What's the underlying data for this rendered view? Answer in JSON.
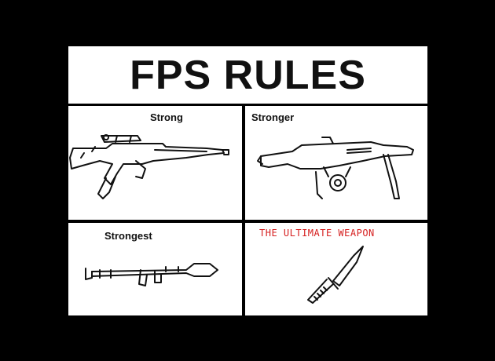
{
  "title": "FPS RULES",
  "panels": [
    {
      "caption": "Strong",
      "icon": "assault-rifle-icon"
    },
    {
      "caption": "Stronger",
      "icon": "machine-gun-icon"
    },
    {
      "caption": "Strongest",
      "icon": "rocket-launcher-icon"
    },
    {
      "caption": "THE ULTIMATE WEAPON",
      "icon": "knife-icon"
    }
  ],
  "colors": {
    "background": "#000000",
    "panel": "#ffffff",
    "ultimate_caption": "#d62020"
  }
}
